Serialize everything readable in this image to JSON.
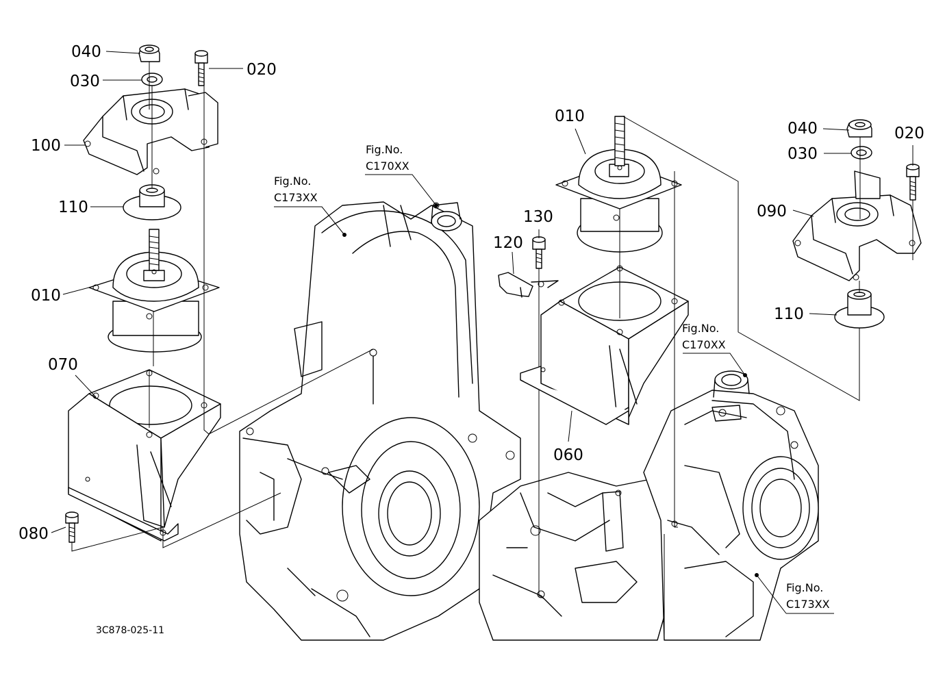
{
  "parts": {
    "p040_left": "040",
    "p030_left": "030",
    "p020_left": "020",
    "p100": "100",
    "p110_left": "110",
    "p010_left": "010",
    "p070": "070",
    "p080": "080",
    "p120": "120",
    "p130": "130",
    "p010_right": "010",
    "p060": "060",
    "p040_right": "040",
    "p030_right": "030",
    "p020_right": "020",
    "p090": "090",
    "p110_right": "110"
  },
  "refs": [
    {
      "fig": "Fig.No.",
      "code": "C173XX"
    },
    {
      "fig": "Fig.No.",
      "code": "C170XX"
    },
    {
      "fig": "Fig.No.",
      "code": "C170XX"
    },
    {
      "fig": "Fig.No.",
      "code": "C173XX"
    }
  ],
  "drawing_code": "3C878-025-11"
}
